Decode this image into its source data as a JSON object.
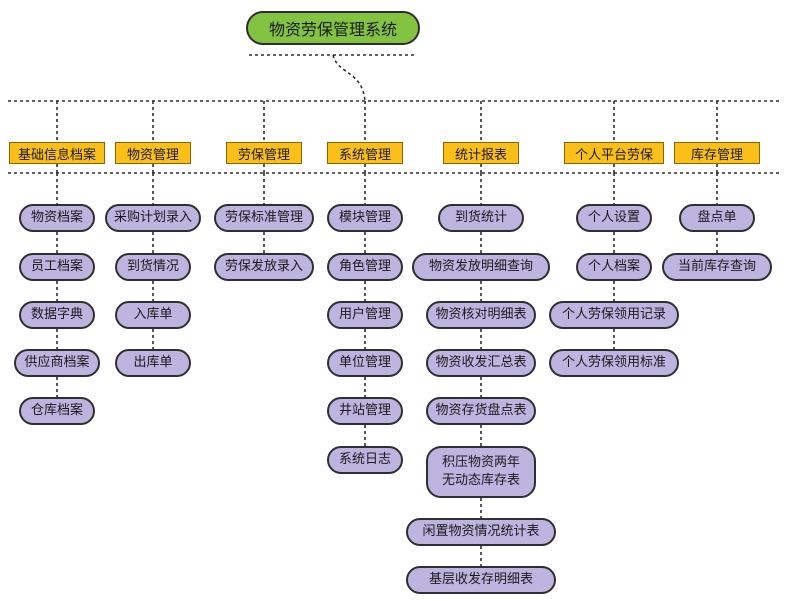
{
  "root": {
    "label": "物资劳保管理系统",
    "color": "#82c341"
  },
  "colors": {
    "category": "#fbbf1a",
    "leaf": "#bdb4e0",
    "line": "#2f2f2f"
  },
  "categories": [
    {
      "label": "基础信息档案",
      "items": [
        "物资档案",
        "员工档案",
        "数据字典",
        "供应商档案",
        "仓库档案"
      ]
    },
    {
      "label": "物资管理",
      "items": [
        "采购计划录入",
        "到货情况",
        "入库单",
        "出库单"
      ]
    },
    {
      "label": "劳保管理",
      "items": [
        "劳保标准管理",
        "劳保发放录入"
      ]
    },
    {
      "label": "系统管理",
      "items": [
        "模块管理",
        "角色管理",
        "用户管理",
        "单位管理",
        "井站管理",
        "系统日志"
      ]
    },
    {
      "label": "统计报表",
      "items": [
        "到货统计",
        "物资发放明细查询",
        "物资核对明细表",
        "物资收发汇总表",
        "物资存货盘点表",
        "积压物资两年\n无动态库存表",
        "闲置物资情况统计表",
        "基层收发存明细表"
      ]
    },
    {
      "label": "个人平台劳保",
      "items": [
        "个人设置",
        "个人档案",
        "个人劳保领用记录",
        "个人劳保领用标准"
      ]
    },
    {
      "label": "库存管理",
      "items": [
        "盘点单",
        "当前库存查询"
      ]
    }
  ]
}
